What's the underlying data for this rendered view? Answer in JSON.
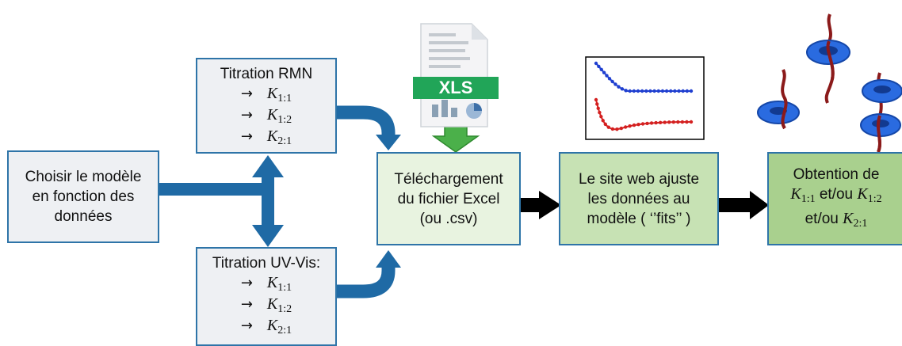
{
  "nmr_box": {
    "title": "Titration RMN",
    "arrow": "→",
    "k1": {
      "sym": "K",
      "sub": "1:1"
    },
    "k2": {
      "sym": "K",
      "sub": "1:2"
    },
    "k3": {
      "sym": "K",
      "sub": "2:1"
    }
  },
  "choose_box": {
    "line1": "Choisir le modèle",
    "line2": "en fonction des",
    "line3": "données"
  },
  "uv_box": {
    "title": "Titration UV-Vis:",
    "arrow": "→",
    "k1": {
      "sym": "K",
      "sub": "1:1"
    },
    "k2": {
      "sym": "K",
      "sub": "1:2"
    },
    "k3": {
      "sym": "K",
      "sub": "2:1"
    }
  },
  "download_box": {
    "line1": "Téléchargement",
    "line2": "du fichier Excel",
    "line3": "(ou .csv)"
  },
  "fit_box": {
    "line1": "Le site web ajuste",
    "line2": "les données au",
    "line3": "modèle ( ‘’fits’’ )"
  },
  "result_box": {
    "line1": "Obtention de",
    "k11": {
      "sym": "K",
      "sub": "1:1"
    },
    "and1": " et/ou ",
    "k12": {
      "sym": "K",
      "sub": "1:2"
    },
    "and2": "et/ou ",
    "k21": {
      "sym": "K",
      "sub": "2:1"
    }
  },
  "xls_icon": {
    "label": "XLS"
  },
  "colors": {
    "box_border": "#2e74a8",
    "arrow_blue": "#1f6aa5",
    "arrow_green": "#4bb04a",
    "arrow_black": "#000000",
    "plot_blue": "#1f3fd0",
    "plot_red": "#d42020",
    "torus_blue": "#2a6be0",
    "thread_red": "#8b1a1a"
  }
}
